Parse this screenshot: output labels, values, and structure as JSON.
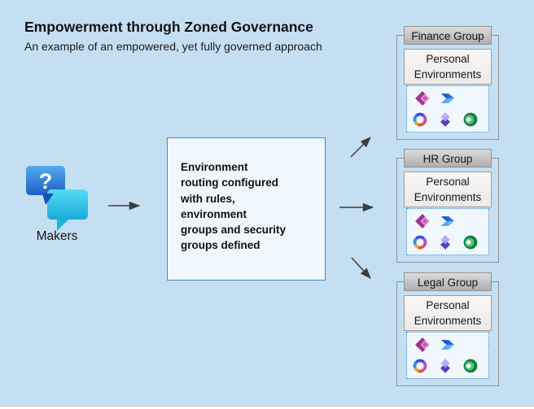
{
  "title": "Empowerment through Zoned Governance",
  "subtitle": "An example of an empowered, yet fully governed approach",
  "makers": {
    "label": "Makers",
    "symbol": "?"
  },
  "central_box": {
    "text": "Environment routing configured with rules, environment groups and security groups defined",
    "lines": [
      "Environment",
      "routing configured",
      "with rules,",
      "environment",
      "groups and security",
      "groups defined"
    ]
  },
  "groups": [
    {
      "name": "Finance Group",
      "env_label": "Personal Environments"
    },
    {
      "name": "HR Group",
      "env_label": "Personal Environments"
    },
    {
      "name": "Legal Group",
      "env_label": "Personal Environments"
    }
  ],
  "icons": {
    "makers": "chat-bubbles-question-icon",
    "products": [
      "power-apps-icon",
      "power-automate-icon",
      "copilot-icon",
      "power-pages-icon",
      "dataverse-icon"
    ],
    "connectors": "right-arrow"
  },
  "colors": {
    "canvas_bg": "#C5DFF2",
    "central_box_bg": "#F0F8FD",
    "central_box_border": "#3E8ACC",
    "group_border": "#8F8F8F",
    "group_label_bg": "#C4C4C4",
    "env_box_bg": "#F2F1EF",
    "dotted_box_bg": "#F0F8FE",
    "dotted_border": "#2B7CD3",
    "arrow": "#3C3C3C"
  }
}
